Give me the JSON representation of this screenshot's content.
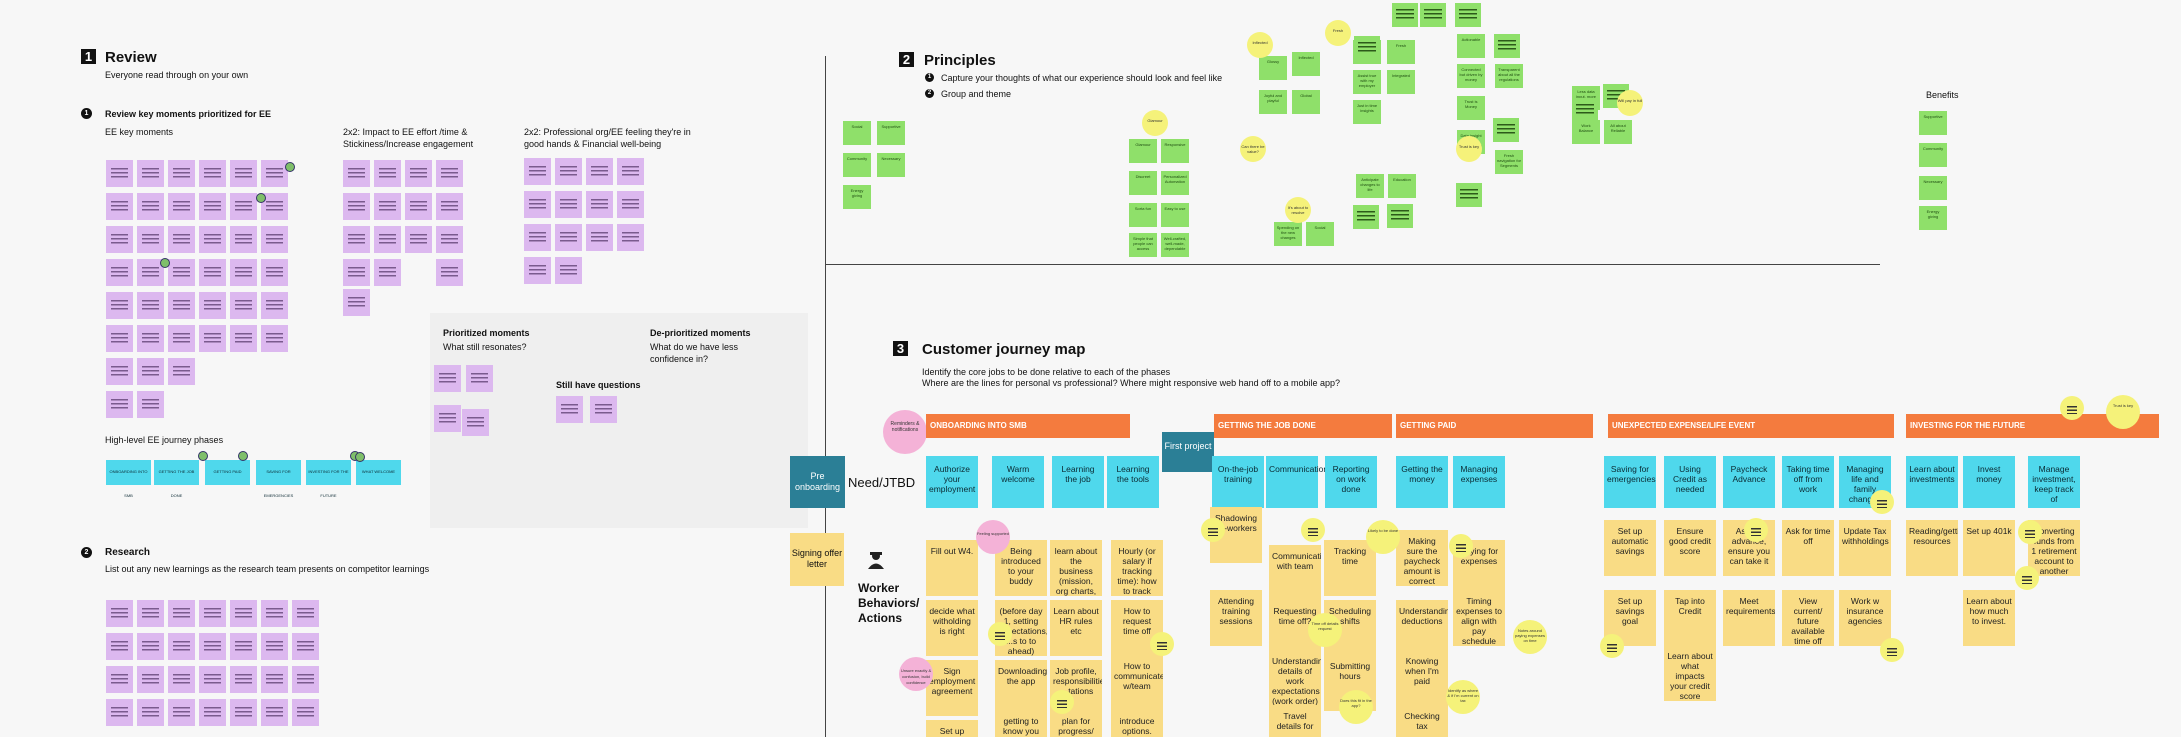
{
  "review": {
    "num": "1",
    "title": "Review",
    "subtitle": "Everyone read through on your own",
    "sub1_num": "1",
    "sub1_title": "Review key moments prioritized for EE",
    "ee_key_moments": "EE key moments",
    "grid2_title": "2x2: Impact to EE effort /time & Stickiness/Increase engagement",
    "grid3_title": "2x2: Professional org/EE feeling they're in good hands & Financial well-being",
    "journey_phases_title": "High-level EE journey phases",
    "phases": [
      "ONBOARDING INTO SMB",
      "GETTING THE JOB DONE",
      "GETTING PAID",
      "SAVING FOR EMERGENCIES",
      "INVESTING FOR THE FUTURE",
      "WHAT WELCOME"
    ],
    "prioritized_title": "Prioritized moments",
    "prioritized_sub": "What still resonates?",
    "deprioritized_title": "De-prioritized moments",
    "deprioritized_sub": "What do we have less confidence in?",
    "questions_title": "Still have questions"
  },
  "research": {
    "num": "2",
    "title": "Research",
    "subtitle": "List out any new learnings as the research team presents on competitor learnings"
  },
  "principles": {
    "num": "2",
    "title": "Principles",
    "steps": [
      "Capture your thoughts of what our experience should look and feel like",
      "Group and theme"
    ],
    "benefits": "Benefits"
  },
  "cjm": {
    "num": "3",
    "title": "Customer journey map",
    "desc1": "Identify the core jobs to be done relative to each of the phases",
    "desc2": "Where are the lines for personal vs professional? Where might responsive web hand off to a mobile app?",
    "pre_onboarding": "Pre onboarding",
    "need_jtbd": "Need/JTBD",
    "signing_offer": "Signing offer letter",
    "worker_behaviors": "Worker Behaviors/ Actions",
    "first_project": "First project",
    "reminders": "Reminders & notifications",
    "phases": [
      "ONBOARDING INTO SMB",
      "GETTING THE JOB DONE",
      "GETTING PAID",
      "UNEXPECTED EXPENSE/LIFE EVENT",
      "INVESTING FOR THE FUTURE"
    ],
    "jobs": [
      "Authorize your employment",
      "Warm welcome",
      "Learning the job",
      "Learning the tools",
      "On-the-job training",
      "Communication",
      "Reporting on work done",
      "Getting the money",
      "Managing expenses",
      "Saving for emergencies",
      "Using Credit as needed",
      "Paycheck Advance",
      "Taking time off from work",
      "Managing life and family changes",
      "Learn about investments",
      "Invest money",
      "Manage investment, keep track of"
    ],
    "actions": [
      "Fill out W4.",
      "decide what witholding is right",
      "Sign employment agreement",
      "Set up",
      "Being introduced to your buddy",
      "(before day 1, setting expectations, ...s to to ahead)",
      "Downloading the app",
      "getting to know you",
      "learn about the business (mission, org charts, team)",
      "Learn about HR rules etc",
      "Job profile, responsibilities ... tations",
      "plan for progress/",
      "Hourly (or salary if tracking time): how to track time",
      "How to request time off",
      "How to communicate w/team",
      "introduce options.",
      "Shadowing co-workers",
      "Attending training sessions",
      "Communicating with team",
      "Requesting time off?",
      "Understanding details of work expectations (work order)",
      "Travel details for",
      "Tracking time",
      "Scheduling shifts",
      "Submitting hours",
      "Making sure the paycheck amount is correct",
      "Understanding deductions",
      "Knowing when I'm paid",
      "Checking tax",
      "Paying for expenses",
      "Timing expenses to align with pay schedule",
      "Set up automatic savings",
      "Set up savings goal",
      "Ensure good credit score",
      "Tap into Credit",
      "Learn about what impacts your credit score",
      "Ask for advance, ensure you can take it",
      "Meet requirements",
      "Ask for time off",
      "View current/ future available time off",
      "Update Tax withholdings",
      "Work w insurance agencies",
      "Reading/getting resources",
      "Set up 401k",
      "Learn about how much to invest.",
      "Converting funds from 1 retirement account to another"
    ],
    "small_notes": [
      "Feeling supported",
      "Unsure exactly & confusion, build confidence",
      "Trust is key",
      "Time off details request",
      "Likely to be done",
      "Does this fit in the app?",
      "Notes around paying expenses on time",
      "Identify as where & if I'm current on tax"
    ]
  },
  "green_notes": [
    "Social",
    "Supportive",
    "Community",
    "Necessary",
    "Energy giving",
    "Glamour",
    "Responsive",
    "Discreet",
    "Personalized Automation",
    "Sorta fun",
    "Easy to use",
    "Simple that people can access",
    "Well-crafted, well-made, dependable",
    "Joyful and playful",
    "Inflected",
    "Glossy",
    "Global",
    "Clean simple language",
    "Fresh",
    "Assist true with my employer",
    "Integrated",
    "Just in time insights",
    "Actionable",
    "Connected but driven by money",
    "Trust is Money",
    "Transparent about all the regulations",
    "Data insight on organization",
    "Fresh navigation for Segments",
    "Less data input, more insights",
    "All about Reliable",
    "Work Balance",
    "Anticipate changes to life",
    "Education",
    "Spending on the new changes"
  ],
  "bubble_notes": [
    "Inflected",
    "Fresh",
    "Glamour",
    "It's about to resolve",
    "Trust is key",
    "Can there be value?",
    "Will pay in full"
  ]
}
